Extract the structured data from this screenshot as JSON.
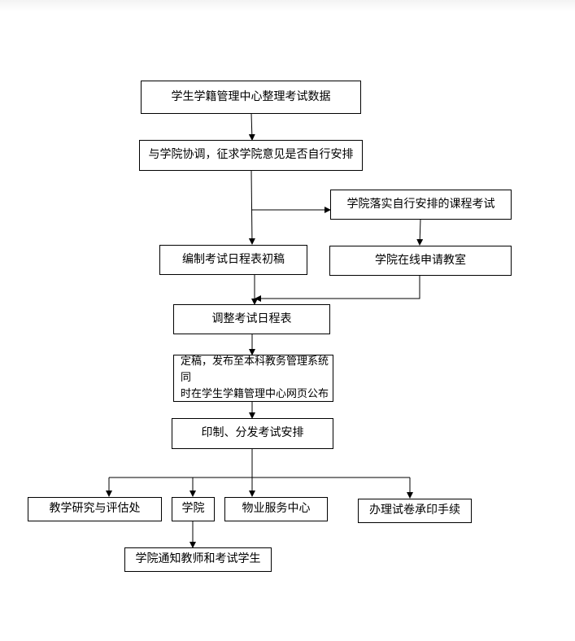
{
  "diagram": {
    "nodes": {
      "n1": "学生学籍管理中心整理考试数据",
      "n2": "与学院协调，征求学院意见是否自行安排",
      "n3": "学院落实自行安排的课程考试",
      "n4": "编制考试日程表初稿",
      "n5": "学院在线申请教室",
      "n6": "调整考试日程表",
      "n7_line1": "定稿，发布至本科教务管理系统同",
      "n7_line2": "时在学生学籍管理中心网页公布",
      "n8": "印制、分发考试安排",
      "n9": "教学研究与评估处",
      "n10": "学院",
      "n11": "物业服务中心",
      "n12": "办理试卷承印手续",
      "n13": "学院通知教师和考试学生"
    },
    "line_color": "#000000",
    "box_border_color": "#000000"
  }
}
